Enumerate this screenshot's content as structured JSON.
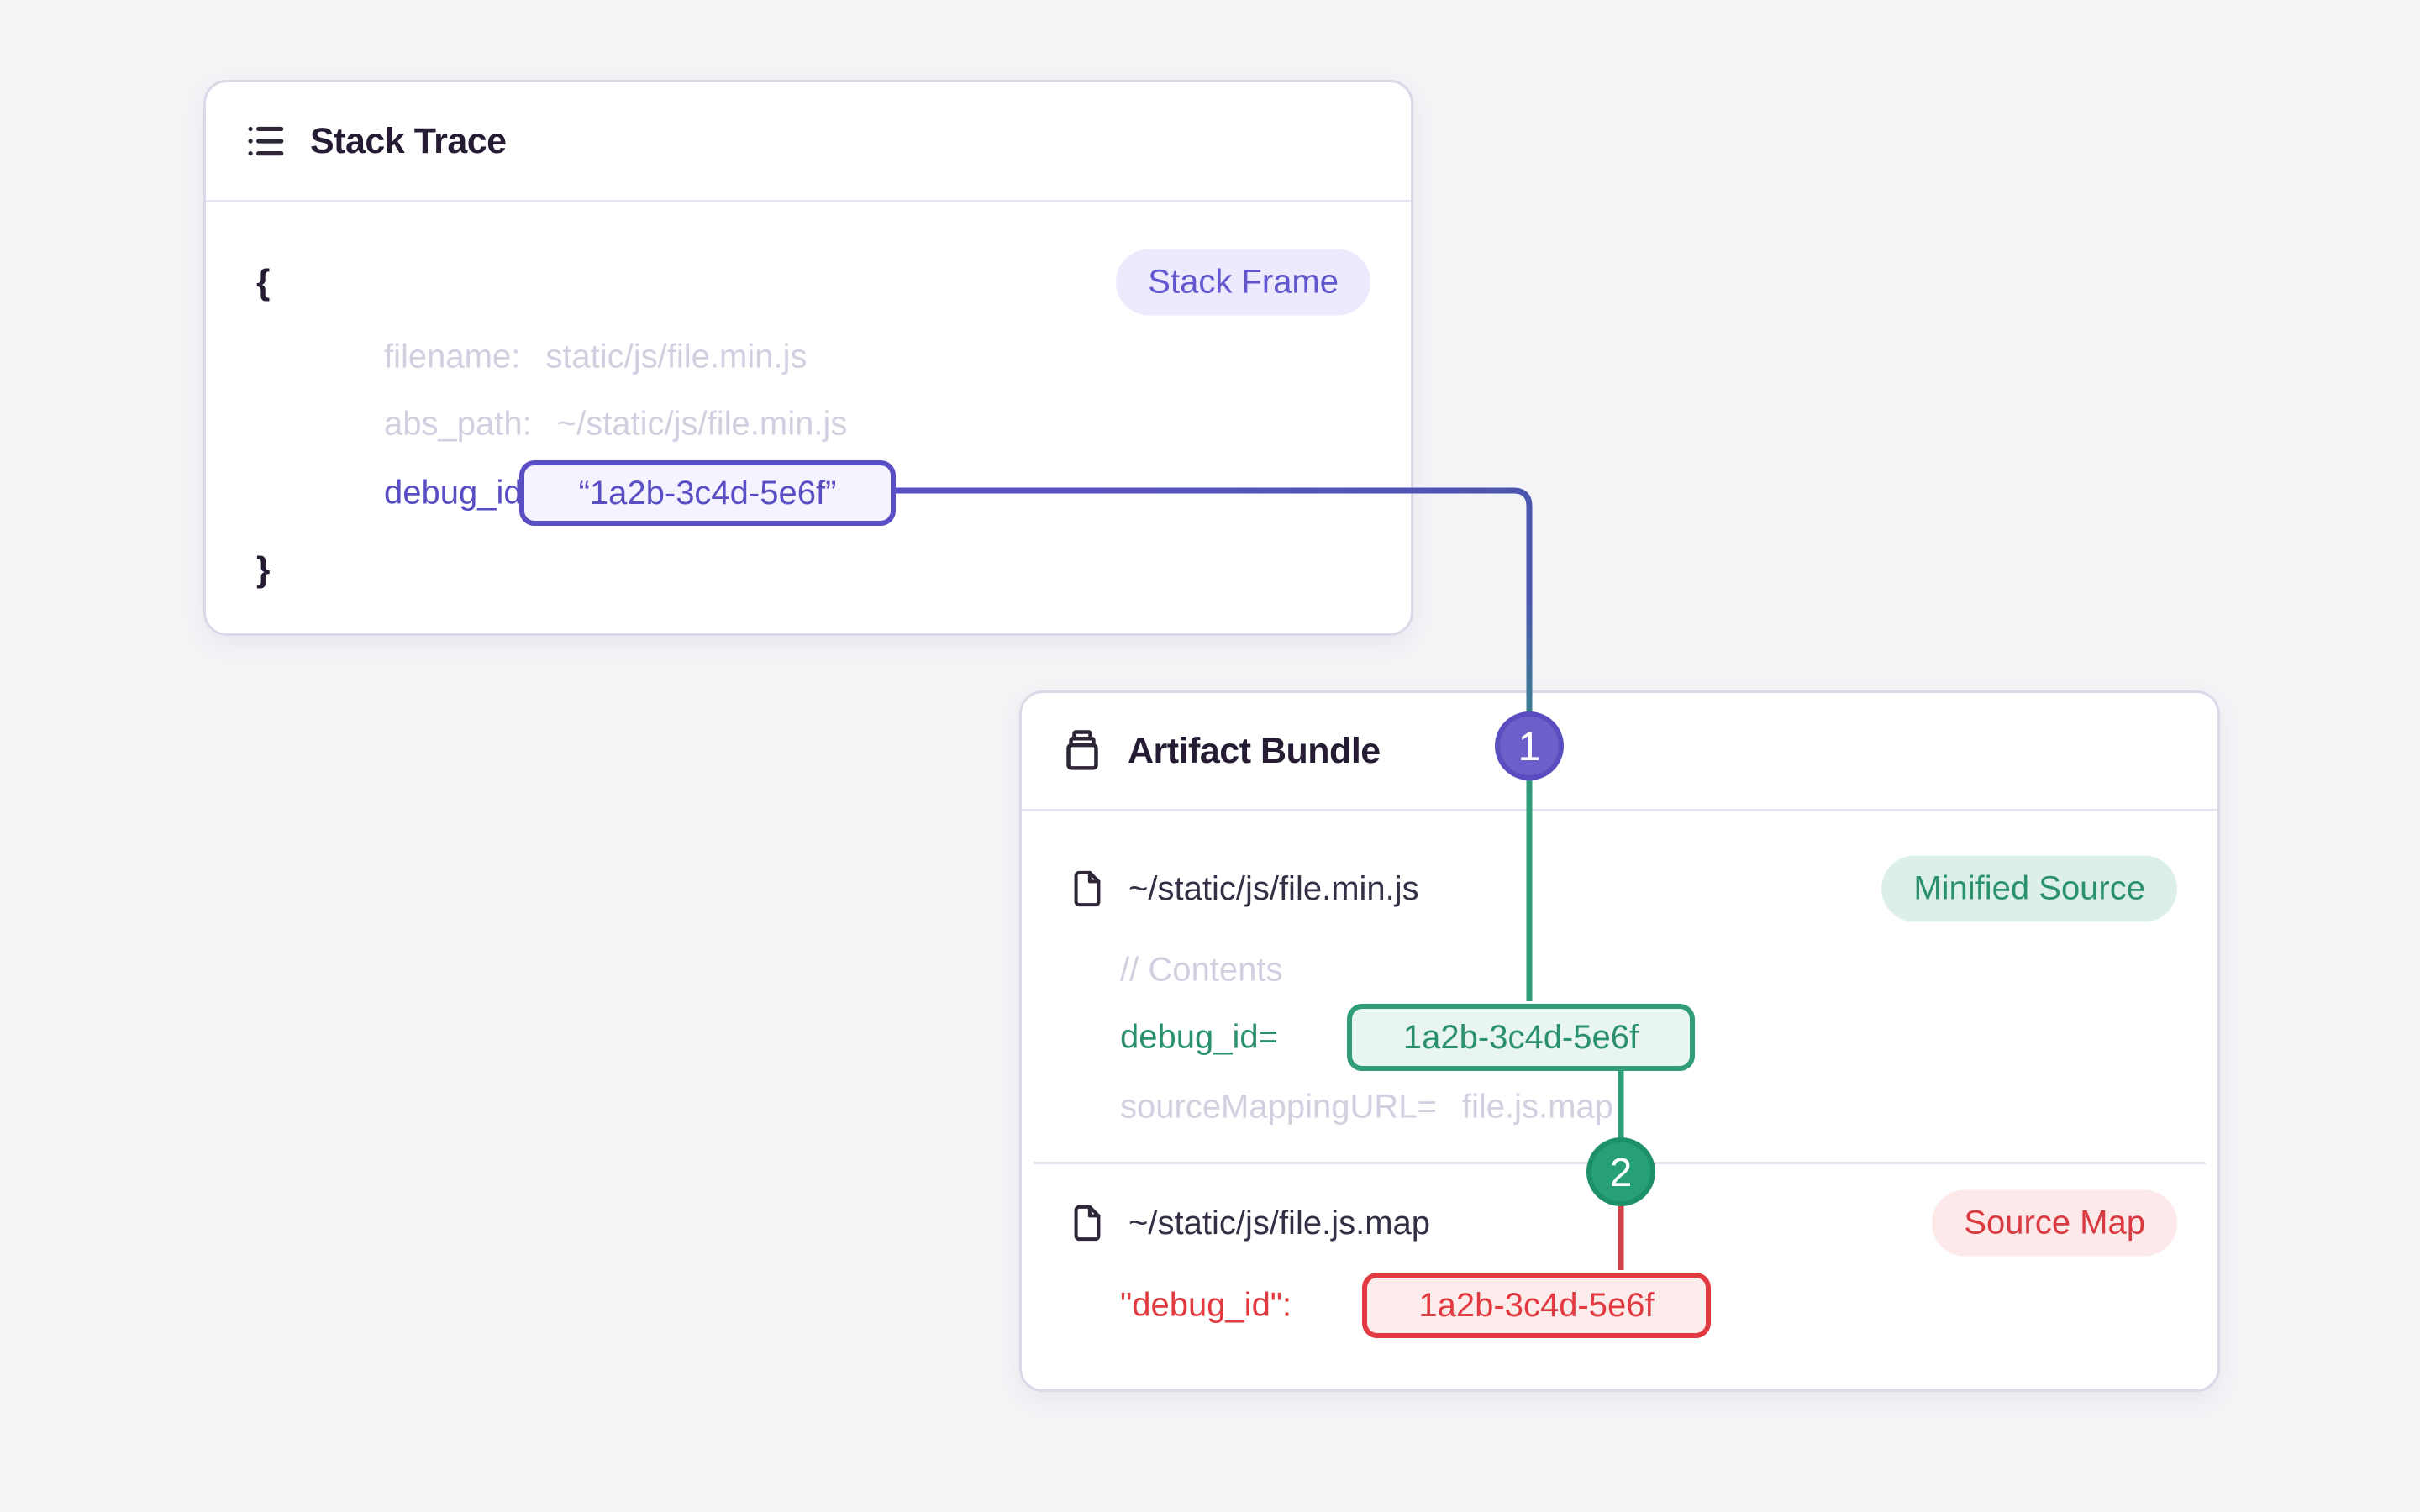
{
  "colors": {
    "purple_accent": "#5a4ec5",
    "indigo_line": "#4a56ae",
    "green_accent": "#2f9e77",
    "red_accent": "#e13b41",
    "page_background": "#f4f4f7"
  },
  "stack_trace": {
    "title": "Stack Trace",
    "frame_badge": "Stack Frame",
    "brace_open": "{",
    "brace_close": "}",
    "fields": [
      {
        "key": "filename:",
        "value": "static/js/file.min.js"
      },
      {
        "key": "abs_path:",
        "value": "~/static/js/file.min.js"
      },
      {
        "key": "debug_id:",
        "value": "“1a2b-3c4d-5e6f”"
      }
    ]
  },
  "artifact_bundle": {
    "title": "Artifact Bundle",
    "minified_file": {
      "path": "~/static/js/file.min.js",
      "badge": "Minified Source",
      "comment": "// Contents",
      "debug_key": "debug_id=",
      "debug_value": "1a2b-3c4d-5e6f",
      "mapping_key": "sourceMappingURL=",
      "mapping_value": "file.js.map"
    },
    "sourcemap_file": {
      "path": "~/static/js/file.js.map",
      "badge": "Source Map",
      "debug_key": "\"debug_id\":",
      "debug_value": "1a2b-3c4d-5e6f"
    }
  },
  "markers": {
    "one": "1",
    "two": "2",
    "one_fill": "#6b5fc9",
    "one_ring": "#5a4dc0",
    "two_fill": "#27a07a",
    "two_ring": "#1d9069"
  }
}
